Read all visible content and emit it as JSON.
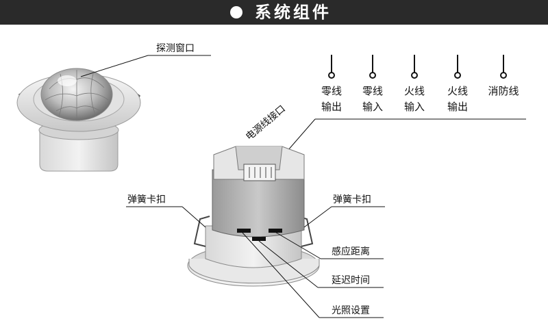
{
  "header": {
    "title": "系统组件",
    "bg_color": "#2a2a2a",
    "text_color": "#ffffff"
  },
  "labels": {
    "detection_window": "探测窗口",
    "power_interface": "电源线接口",
    "spring_clip_left": "弹簧卡扣",
    "spring_clip_right": "弹簧卡扣",
    "sensing_distance": "感应距离",
    "delay_time": "延迟时间",
    "light_setting": "光照设置"
  },
  "terminals": [
    {
      "line1": "零线",
      "line2": "输出"
    },
    {
      "line1": "零线",
      "line2": "输入"
    },
    {
      "line1": "火线",
      "line2": "输入"
    },
    {
      "line1": "火线",
      "line2": "输出"
    },
    {
      "line1": "消防线",
      "line2": ""
    }
  ]
}
